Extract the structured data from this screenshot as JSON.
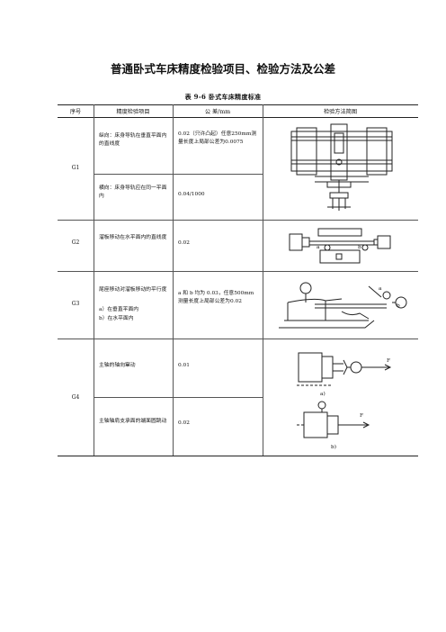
{
  "page": {
    "title": "普通卧式车床精度检验项目、检验方法及公差",
    "table_caption": "表 9-6   卧式车床精度标准"
  },
  "table": {
    "headers": {
      "no": "序号",
      "item": "精度检验项目",
      "tolerance": "公    差/mm",
      "method": "检验方法简图"
    },
    "rows": {
      "g1": {
        "id": "G1",
        "item_a": "纵向：床身导轨在垂直平面内的直线度",
        "tol_a": "0.02（只许凸起）任意250mm测量长度上局部公差为0.0075",
        "item_b": "横向：床身导轨应在同一平面内",
        "tol_b": "0.04/1000"
      },
      "g2": {
        "id": "G2",
        "item": "溜板移动在水平面内的直线度",
        "tol": "0.02",
        "fig_label_a": "a",
        "fig_label_b": "b"
      },
      "g3": {
        "id": "G3",
        "item": "尾座移动对溜板移动的平行度",
        "item_a": "a）在垂直平面内",
        "item_b": "b）在水平面内",
        "tol": "a 和 b 均为 0.03，任意500mm测量长度上局部公差为0.02",
        "fig_label_a": "a",
        "fig_label_b": "b"
      },
      "g4": {
        "id": "G4",
        "item_a": "主轴的轴向窜动",
        "tol_a": "0.01",
        "item_b": "主轴轴肩支承面的端面圆跳动",
        "tol_b": "0.02",
        "fig_force_a": "F",
        "fig_force_b": "F",
        "fig_caption_a": "a)",
        "fig_caption_b": "b)"
      }
    }
  }
}
